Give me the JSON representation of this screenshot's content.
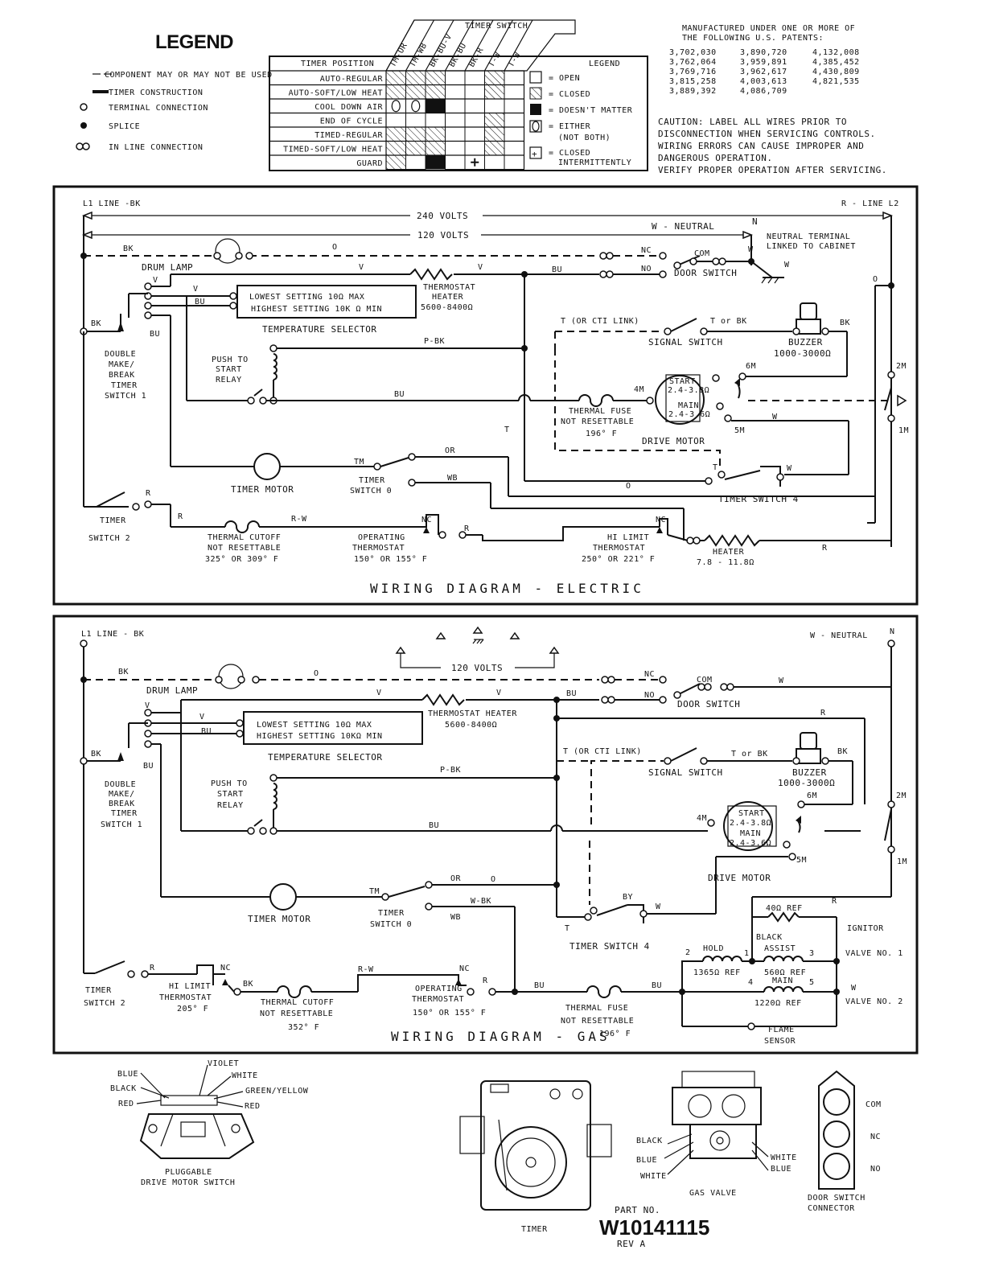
{
  "legend": {
    "title": "LEGEND",
    "items": [
      "COMPONENT MAY OR MAY NOT BE USED",
      "TIMER CONSTRUCTION",
      "TERMINAL CONNECTION",
      "SPLICE",
      "IN LINE CONNECTION"
    ]
  },
  "timer_chart": {
    "title": "TIMER SWITCH",
    "position_header": "TIMER POSITION",
    "columns": [
      "TM-OR",
      "TM-WB",
      "BK-BU-V",
      "BK-BU",
      "BK-R",
      "T-W",
      "T-W"
    ],
    "rows": [
      "AUTO-REGULAR",
      "AUTO-SOFT/LOW HEAT",
      "COOL DOWN    AIR",
      "END OF CYCLE",
      "TIMED-REGULAR",
      "TIMED-SOFT/LOW HEAT",
      "GUARD"
    ],
    "cells": [
      [
        "h",
        "h",
        "h",
        "o",
        "o",
        "h",
        "o"
      ],
      [
        "h",
        "h",
        "h",
        "o",
        "o",
        "h",
        "o"
      ],
      [
        "e",
        "e",
        "b",
        "o",
        "o",
        "o",
        "o"
      ],
      [
        "o",
        "o",
        "o",
        "o",
        "o",
        "h",
        "o"
      ],
      [
        "h",
        "h",
        "h",
        "o",
        "o",
        "h",
        "o"
      ],
      [
        "h",
        "h",
        "h",
        "o",
        "o",
        "h",
        "o"
      ],
      [
        "h",
        "o",
        "b",
        "o",
        "p",
        "o",
        "o"
      ]
    ],
    "legend_title": "LEGEND",
    "legend": [
      "= OPEN",
      "= CLOSED",
      "= DOESN'T MATTER",
      "= EITHER",
      "(NOT BOTH)",
      "= CLOSED",
      "INTERMITTENTLY"
    ]
  },
  "patents": {
    "header": [
      "MANUFACTURED UNDER ONE OR MORE OF",
      "THE FOLLOWING U.S. PATENTS:"
    ],
    "columns": [
      [
        "3,702,030",
        "3,762,064",
        "3,769,716",
        "3,815,258",
        "3,889,392"
      ],
      [
        "3,890,720",
        "3,959,891",
        "3,962,617",
        "4,003,613",
        "4,086,709"
      ],
      [
        "4,132,008",
        "4,385,452",
        "4,430,809",
        "4,821,535"
      ]
    ]
  },
  "caution": [
    "CAUTION: LABEL ALL WIRES PRIOR TO",
    "DISCONNECTION WHEN SERVICING CONTROLS.",
    "WIRING ERRORS CAN CAUSE IMPROPER AND",
    "DANGEROUS OPERATION.",
    "VERIFY PROPER OPERATION AFTER SERVICING."
  ],
  "electric": {
    "title": "WIRING DIAGRAM - ELECTRIC",
    "l1": "L1 LINE -BK",
    "l2": "R - LINE L2",
    "v240": "240 VOLTS",
    "v120": "120 VOLTS",
    "neutral": "W - NEUTRAL",
    "n": "N",
    "neutral_terminal": [
      "NEUTRAL TERMINAL",
      "LINKED TO CABINET"
    ],
    "drum_lamp": "DRUM LAMP",
    "door_switch": "DOOR SWITCH",
    "nc": "NC",
    "no": "NO",
    "com": "COM",
    "thermostat_heater": [
      "THERMOSTAT",
      "HEATER",
      "5600-8400Ω"
    ],
    "temp_selector": [
      "LOWEST SETTING   10Ω MAX",
      "HIGHEST SETTING  10K Ω MIN",
      "TEMPERATURE SELECTOR"
    ],
    "push_to_start": [
      "PUSH TO",
      "START",
      "RELAY"
    ],
    "dmb": [
      "DOUBLE",
      "MAKE/",
      "BREAK",
      "TIMER",
      "SWITCH 1"
    ],
    "signal_switch": "SIGNAL SWITCH",
    "t_cti": "T (OR CTI LINK)",
    "t_or_bk": "T or BK",
    "buzzer": [
      "BUZZER",
      "1000-3000Ω"
    ],
    "motor_start": [
      "START",
      "2.4-3.8Ω"
    ],
    "motor_main": [
      "MAIN",
      "2.4-3.6Ω"
    ],
    "drive_motor": "DRIVE MOTOR",
    "thermal_fuse": [
      "THERMAL FUSE",
      "NOT RESETTABLE",
      "196° F"
    ],
    "timer_motor": "TIMER MOTOR",
    "timer_switch0": [
      "TIMER",
      "SWITCH 0"
    ],
    "timer_switch2": [
      "TIMER",
      "SWITCH 2"
    ],
    "timer_switch4": "TIMER SWITCH 4",
    "thermal_cutoff": [
      "THERMAL CUTOFF",
      "NOT RESETTABLE",
      "325° OR 309° F"
    ],
    "operating_thermostat": [
      "OPERATING",
      "THERMOSTAT",
      "150° OR 155° F"
    ],
    "hi_limit": [
      "HI LIMIT",
      "THERMOSTAT",
      "250° OR 221° F"
    ],
    "heater": [
      "HEATER",
      "7.8 - 11.8Ω"
    ],
    "wires": {
      "bk": "BK",
      "o": "O",
      "v": "V",
      "bu": "BU",
      "pbk": "P-BK",
      "t": "T",
      "tm": "TM",
      "or": "OR",
      "wb": "WB",
      "r": "R",
      "rw": "R-W",
      "w": "W",
      "m4": "4M",
      "m5": "5M",
      "m6": "6M",
      "m2": "2M",
      "m1": "1M"
    }
  },
  "gas": {
    "title": "WIRING DIAGRAM - GAS",
    "l1": "L1 LINE - BK",
    "neutral": "W - NEUTRAL",
    "n": "N",
    "v120": "120 VOLTS",
    "drum_lamp": "DRUM LAMP",
    "door_switch": "DOOR SWITCH",
    "nc": "NC",
    "no": "NO",
    "com": "COM",
    "thermostat_heater": [
      "THERMOSTAT HEATER",
      "5600-8400Ω"
    ],
    "temp_selector": [
      "LOWEST SETTING   10Ω MAX",
      "HIGHEST SETTING  10KΩ MIN",
      "TEMPERATURE SELECTOR"
    ],
    "push_to_start": [
      "PUSH TO",
      "START",
      "RELAY"
    ],
    "dmb": [
      "DOUBLE",
      "MAKE/",
      "BREAK",
      "TIMER",
      "SWITCH 1"
    ],
    "signal_switch": "SIGNAL SWITCH",
    "t_cti": "T (OR CTI LINK)",
    "t_or_bk": "T or BK",
    "buzzer": [
      "BUZZER",
      "1000-3000Ω"
    ],
    "motor_start": [
      "START",
      "2.4-3.8Ω"
    ],
    "motor_main": [
      "MAIN",
      "2.4-3.6Ω"
    ],
    "drive_motor": "DRIVE MOTOR",
    "timer_motor": "TIMER MOTOR",
    "timer_switch0": [
      "TIMER",
      "SWITCH 0"
    ],
    "timer_switch2": [
      "TIMER",
      "SWITCH 2"
    ],
    "timer_switch4": "TIMER SWITCH 4",
    "hi_limit": [
      "HI LIMIT",
      "THERMOSTAT",
      "205° F"
    ],
    "thermal_cutoff": [
      "THERMAL CUTOFF",
      "NOT RESETTABLE",
      "352° F"
    ],
    "operating_thermostat": [
      "OPERATING",
      "THERMOSTAT",
      "150° OR 155° F"
    ],
    "thermal_fuse": [
      "THERMAL FUSE",
      "NOT RESETTABLE",
      "196° F"
    ],
    "ignitor": "IGNITOR",
    "ref40": "40Ω REF",
    "hold": [
      "HOLD",
      "1365Ω REF"
    ],
    "assist": [
      "BLACK",
      "ASSIST",
      "560Ω REF"
    ],
    "main": [
      "MAIN",
      "1220Ω REF"
    ],
    "valve1": "VALVE NO. 1",
    "valve2": "VALVE NO. 2",
    "flame_sensor": [
      "FLAME",
      "SENSOR"
    ],
    "wires": {
      "bk": "BK",
      "o": "O",
      "v": "V",
      "bu": "BU",
      "pbk": "P-BK",
      "t": "T",
      "tm": "TM",
      "or": "OR",
      "wbk": "W-BK",
      "wb": "WB",
      "r": "R",
      "rw": "R-W",
      "w": "W",
      "by": "BY",
      "m4": "4M",
      "m5": "5M",
      "m6": "6M",
      "m2": "2M",
      "m1": "1M",
      "n1": "1",
      "n2": "2",
      "n3": "3",
      "n4": "4",
      "n5": "5"
    }
  },
  "motor_switch": {
    "labels": [
      "BLUE",
      "BLACK",
      "RED",
      "VIOLET",
      "WHITE",
      "GREEN/YELLOW",
      "RED"
    ],
    "caption": [
      "PLUGGABLE",
      "DRIVE MOTOR SWITCH"
    ]
  },
  "timer_pic": {
    "caption": "TIMER"
  },
  "part": {
    "label": "PART NO.",
    "number": "W10141115",
    "rev": "REV A"
  },
  "gas_valve": {
    "labels": [
      "BLACK",
      "BLUE",
      "WHITE",
      "WHITE",
      "BLUE"
    ],
    "caption": "GAS VALVE"
  },
  "door_connector": {
    "labels": [
      "COM",
      "NC",
      "NO"
    ],
    "caption": [
      "DOOR SWITCH",
      "CONNECTOR"
    ]
  }
}
